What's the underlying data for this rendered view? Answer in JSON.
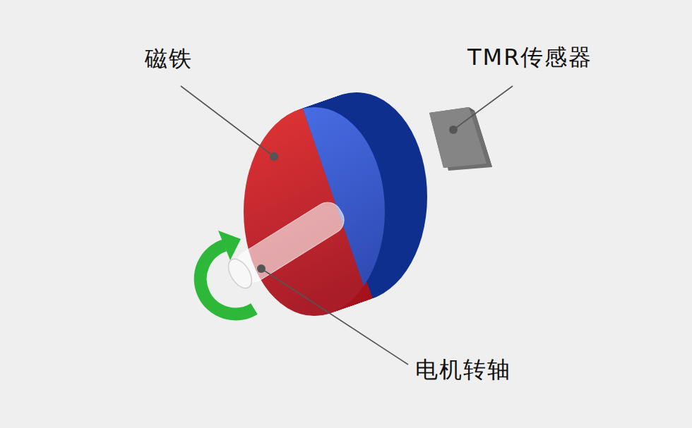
{
  "diagram": {
    "labels": [
      "磁铁",
      "TMR传感器",
      "电机转轴"
    ]
  }
}
